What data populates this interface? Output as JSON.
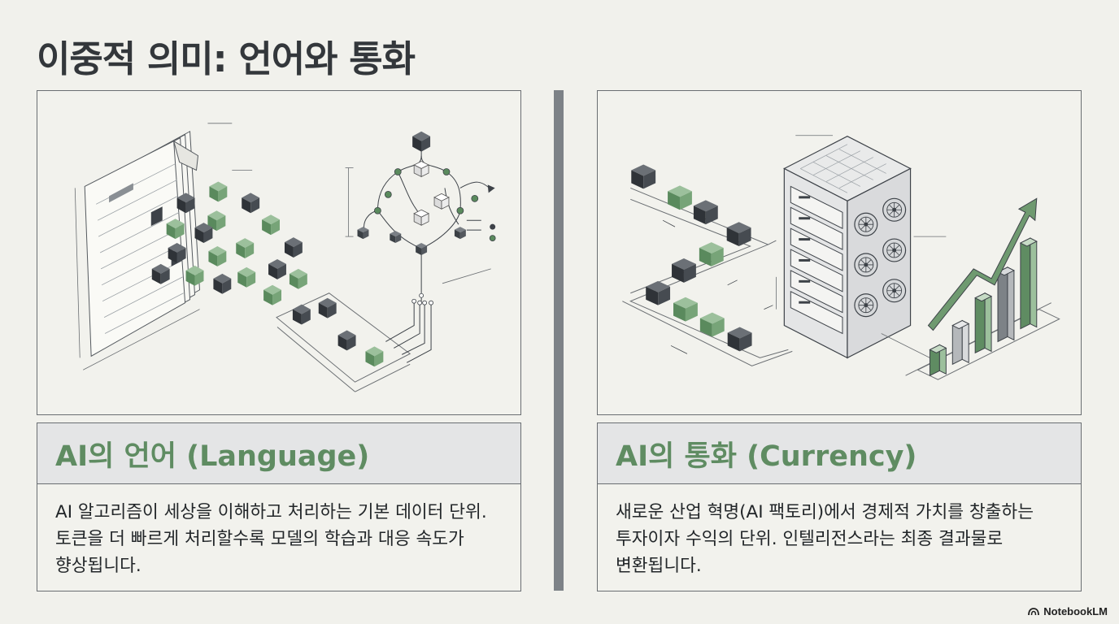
{
  "title": "이중적 의미: 언어와 통화",
  "left": {
    "heading": "AI의 언어 (Language)",
    "body": "AI 알고리즘이 세상을 이해하고 처리하는 기본 데이터 단위.\n토큰을 더 빠르게 처리할수록 모델의 학습과 대응 속도가\n향상됩니다.",
    "illustration_icon": "document-tokens-network-icon"
  },
  "right": {
    "heading": "AI의 통화 (Currency)",
    "body": "새로운 산업 혁명(AI 팩토리)에서 경제적 가치를 창출하는\n투자이자 수익의 단위. 인텔리전스라는 최종 결과물로\n변환됩니다.",
    "illustration_icon": "tokens-server-growth-chart-icon"
  },
  "brand": {
    "label": "NotebookLM",
    "icon": "notebooklm-logo-icon"
  },
  "colors": {
    "accent_green": "#5f8c62",
    "cube_dark": "#3d4248",
    "background": "#f1f1ec",
    "divider": "#7d8287"
  }
}
